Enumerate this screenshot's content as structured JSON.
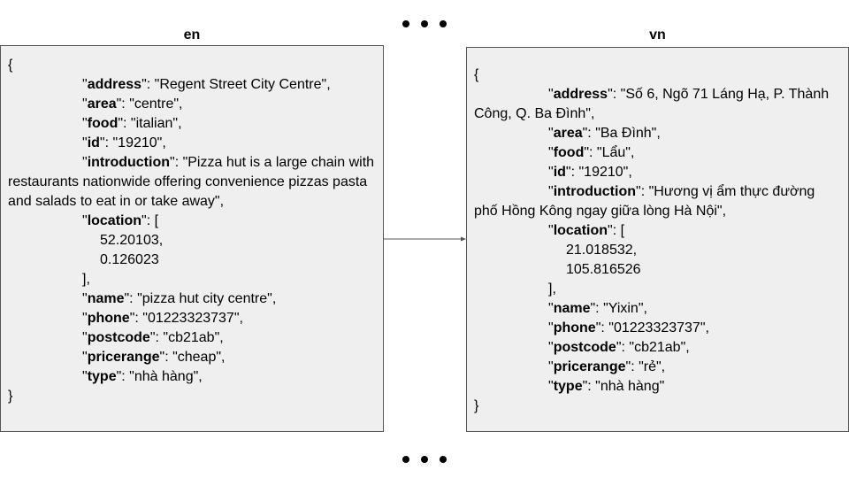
{
  "panels": {
    "en": {
      "title": "en",
      "open_brace": "{",
      "close_brace": "}",
      "address_key": "address",
      "address_val": ": \"Regent Street City Centre\",",
      "area_key": "area",
      "area_val": ": \"centre\",",
      "food_key": "food",
      "food_val": ": \"italian\",",
      "id_key": "id",
      "id_val": ": \"19210\",",
      "intro_key": "introduction",
      "intro_val": ": \"Pizza hut is a large chain with restaurants nationwide offering convenience pizzas pasta and salads to eat in or take away\",",
      "location_key": "location",
      "location_val": ": [",
      "loc_lat": "52.20103,",
      "loc_lng": "0.126023",
      "loc_close": "],",
      "name_key": "name",
      "name_val": ": \"pizza hut city centre\",",
      "phone_key": "phone",
      "phone_val": ": \"01223323737\",",
      "postcode_key": "postcode",
      "postcode_val": ": \"cb21ab\",",
      "pricerange_key": "pricerange",
      "pricerange_val": ": \"cheap\",",
      "type_key": "type",
      "type_val": ": \"nhà hàng\","
    },
    "vn": {
      "title": "vn",
      "open_brace": "{",
      "close_brace": "}",
      "address_key": "address",
      "address_val": ": \"Số 6, Ngõ 71 Láng Hạ, P. Thành Công, Q. Ba Đình\",",
      "area_key": "area",
      "area_val": ": \"Ba Đình\",",
      "food_key": "food",
      "food_val": ": \"Lẩu\",",
      "id_key": "id",
      "id_val": ": \"19210\",",
      "intro_key": "introduction",
      "intro_val": ": \"Hương vị ẩm thực đường phố Hồng Kông ngay giữa lòng Hà Nội\",",
      "location_key": "location",
      "location_val": ": [",
      "loc_lat": "21.018532,",
      "loc_lng": "105.816526",
      "loc_close": "],",
      "name_key": "name",
      "name_val": ": \"Yixin\",",
      "phone_key": "phone",
      "phone_val": ": \"01223323737\",",
      "postcode_key": "postcode",
      "postcode_val": ": \"cb21ab\",",
      "pricerange_key": "pricerange",
      "pricerange_val": ": \"rẻ\",",
      "type_key": "type",
      "type_val": ": \"nhà hàng\""
    }
  },
  "colors": {
    "box_fill": "#efefef",
    "box_border": "#555555",
    "arrow": "#555555"
  },
  "icons": {
    "ellipsis_top": "ellipsis-icon",
    "ellipsis_bottom": "ellipsis-icon",
    "connector": "arrow-right-icon"
  }
}
